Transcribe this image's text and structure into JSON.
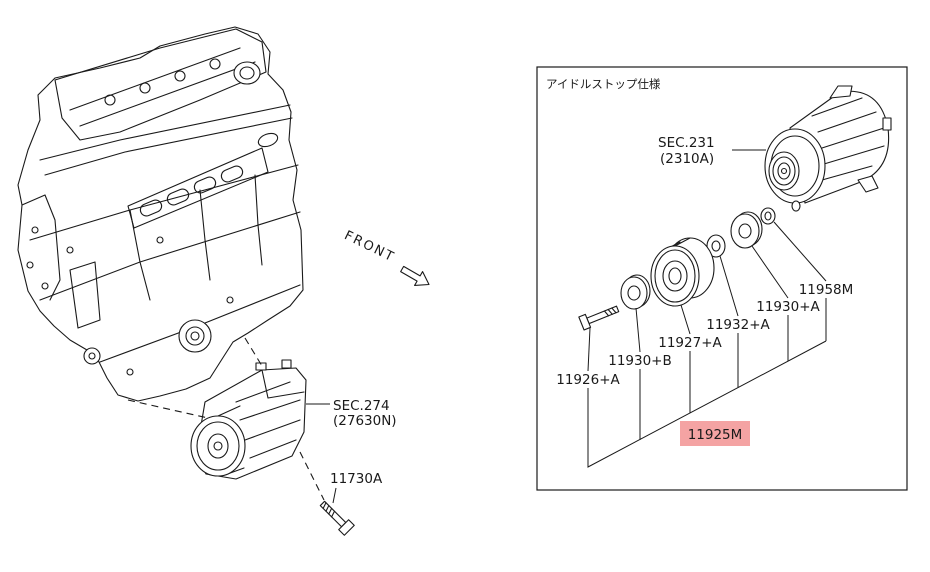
{
  "engine_view": {
    "compressor_section": "SEC.274",
    "compressor_code": "(27630N)",
    "bolt_part": "11730A",
    "front_label": "FRONT"
  },
  "idle_stop_inset": {
    "title": "アイドルストップ仕様",
    "alternator_section": "SEC.231",
    "alternator_code": "(2310A)",
    "parts": [
      "11958M",
      "11930+A",
      "11932+A",
      "11927+A",
      "11930+B",
      "11926+A"
    ],
    "assembly_part": "11925M",
    "highlight_color": "#f4a3a3"
  }
}
